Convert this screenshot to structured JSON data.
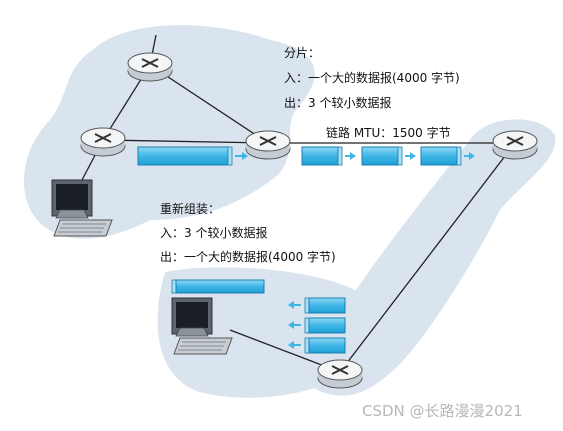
{
  "fragmentation": {
    "title": "分片：",
    "input": "入：一个大的数据报(4000 字节)",
    "output": "出：3 个较小数据报"
  },
  "link": {
    "mtu_label": "链路 MTU：1500 字节"
  },
  "reassembly": {
    "title": "重新组装：",
    "input": "入：3 个较小数据报",
    "output": "出：一个大的数据报(4000 字节)"
  },
  "watermark": "CSDN @长路漫漫2021",
  "colors": {
    "cloud": "#d9e4ee",
    "packet": "#3fb6e6",
    "packet_light": "#a9e0f5",
    "router_body": "#d6dbe0",
    "router_top": "#f3f5f7",
    "line": "#222222"
  },
  "icons": [
    "router-icon",
    "computer-icon",
    "arrow-right-icon",
    "arrow-left-icon"
  ]
}
